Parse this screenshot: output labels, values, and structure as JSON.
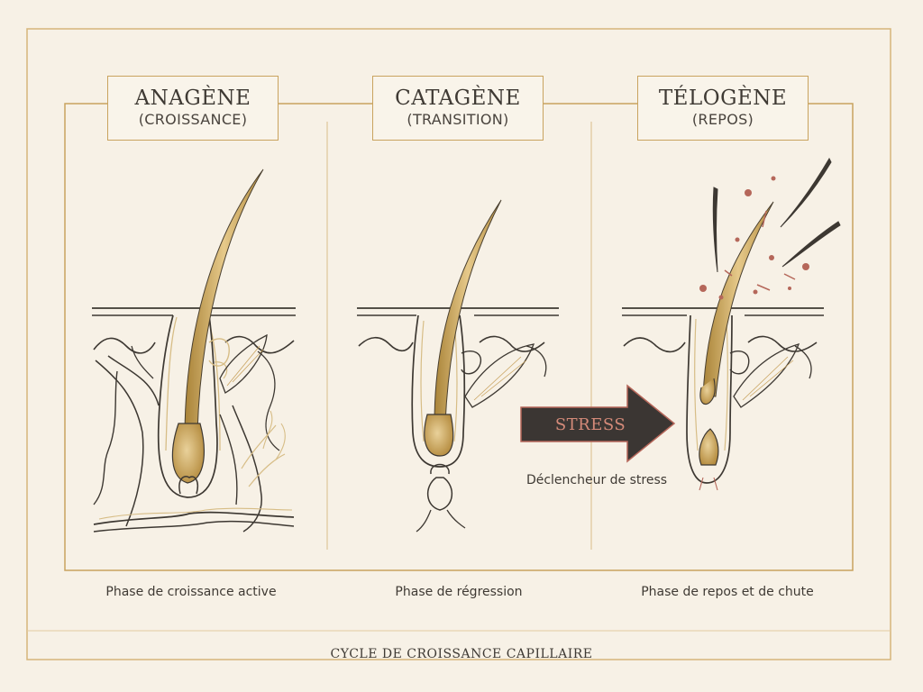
{
  "phases": [
    {
      "title": "ANAGÈNE",
      "subtitle": "(CROISSANCE)",
      "caption": "Phase de croissance active"
    },
    {
      "title": "CATAGÈNE",
      "subtitle": "(TRANSITION)",
      "caption": "Phase de régression"
    },
    {
      "title": "TÉLOGÈNE",
      "subtitle": "(REPOS)",
      "caption": "Phase de repos et de chute"
    }
  ],
  "stress": {
    "label": "STRESS",
    "caption": "Déclencheur de stress"
  },
  "footer": "CYCLE DE CROISSANCE CAPILLAIRE",
  "colors": {
    "background": "#f7f1e6",
    "frame_gold": "#c9a35f",
    "outline": "#3d3832",
    "hair_gold": "#c8a050",
    "arrow_fill": "#3b3633",
    "stress_text": "#d48a79",
    "particle": "#b5675a"
  }
}
